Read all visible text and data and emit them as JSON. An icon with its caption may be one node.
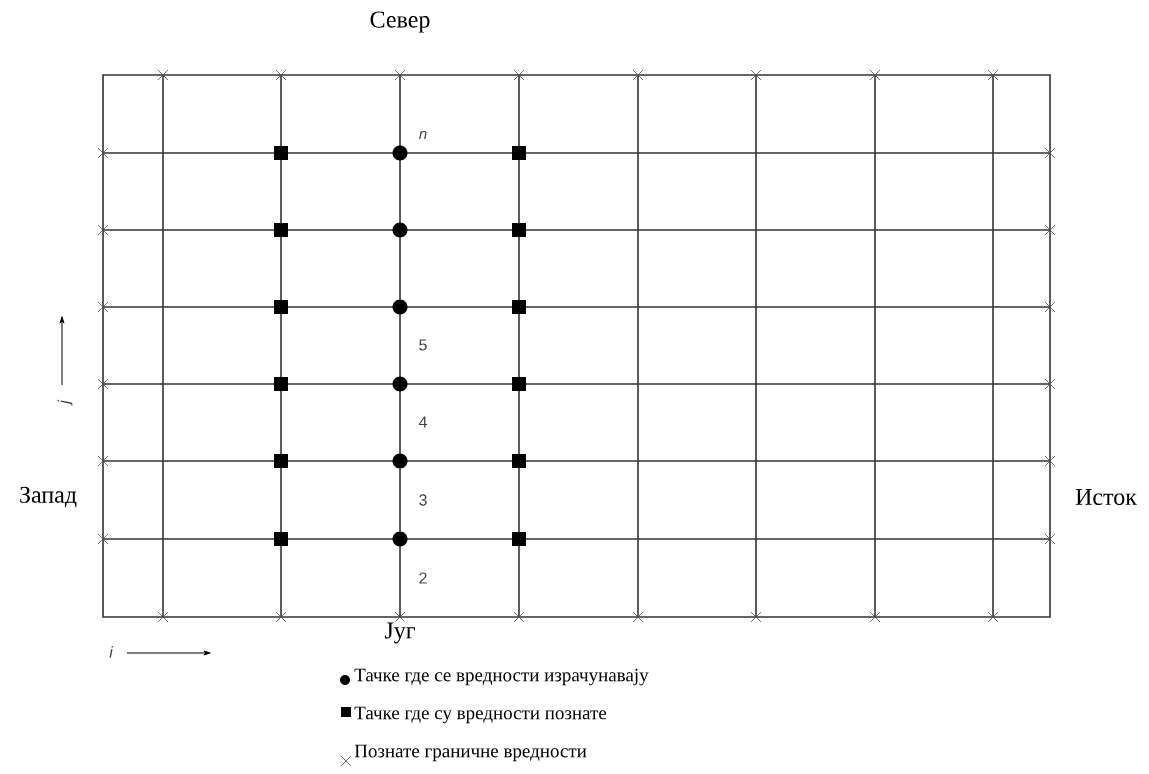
{
  "diagram": {
    "labels": [
      "Север",
      "n",
      "5",
      "4",
      "3",
      "2",
      "Запад",
      "Исток",
      "Југ",
      "j",
      "i"
    ],
    "legend": [
      {
        "text": "Тачке где се вредности израчунавају"
      },
      {
        "text": "Тачке где су вредности познате"
      },
      {
        "text": "Познате граничне вредности"
      }
    ]
  }
}
